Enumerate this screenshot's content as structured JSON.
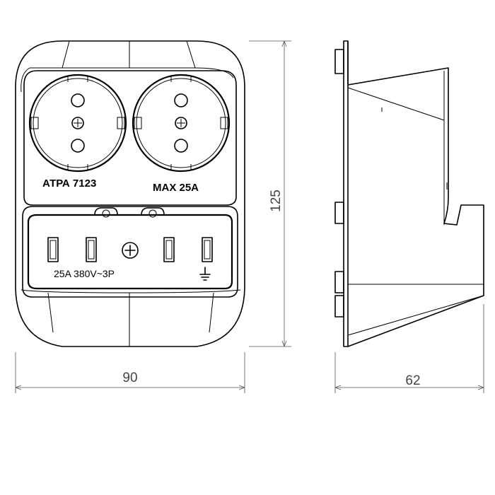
{
  "labels": {
    "model": "АТРА 7123",
    "max_current": "MAX 25A",
    "rating": "25A 380V~3P",
    "ground_symbol": "⏚"
  },
  "dimensions": {
    "width": "90",
    "height": "125",
    "depth": "62"
  }
}
